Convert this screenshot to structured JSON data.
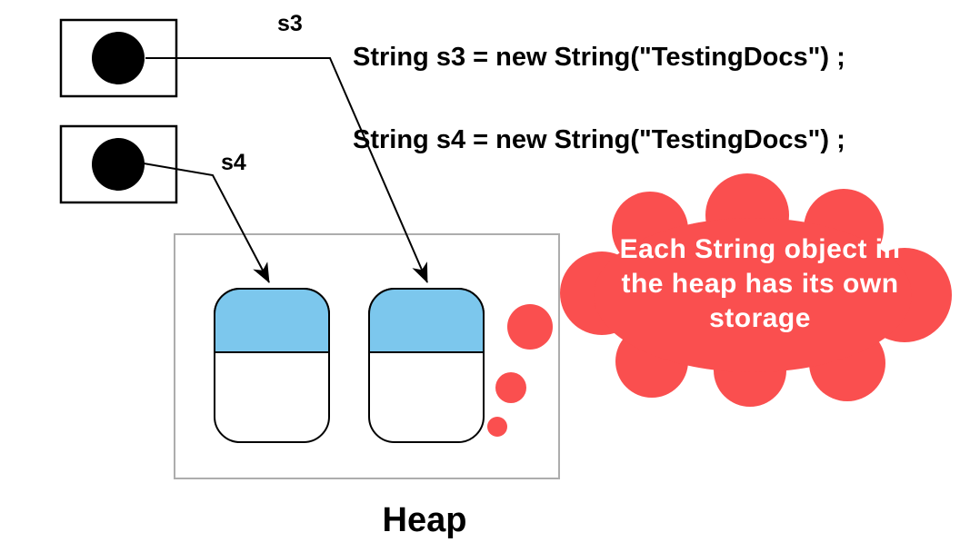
{
  "diagram": {
    "code": {
      "line1": "String s3 = new String(\"TestingDocs\") ;",
      "line2": "String s4 = new String(\"TestingDocs\") ;"
    },
    "labels": {
      "s3": "s3",
      "s4": "s4",
      "heap": "Heap"
    },
    "callout": {
      "lines": [
        "Each String object in",
        "the heap has its own",
        "storage"
      ]
    },
    "colors": {
      "callout_red": "#FA4F4F",
      "object_top_blue": "#7CC7ED",
      "heap_border_gray": "#ADADAD",
      "ink_black": "#000000",
      "text_white": "#FFFFFF",
      "background_white": "#FFFFFF"
    }
  }
}
